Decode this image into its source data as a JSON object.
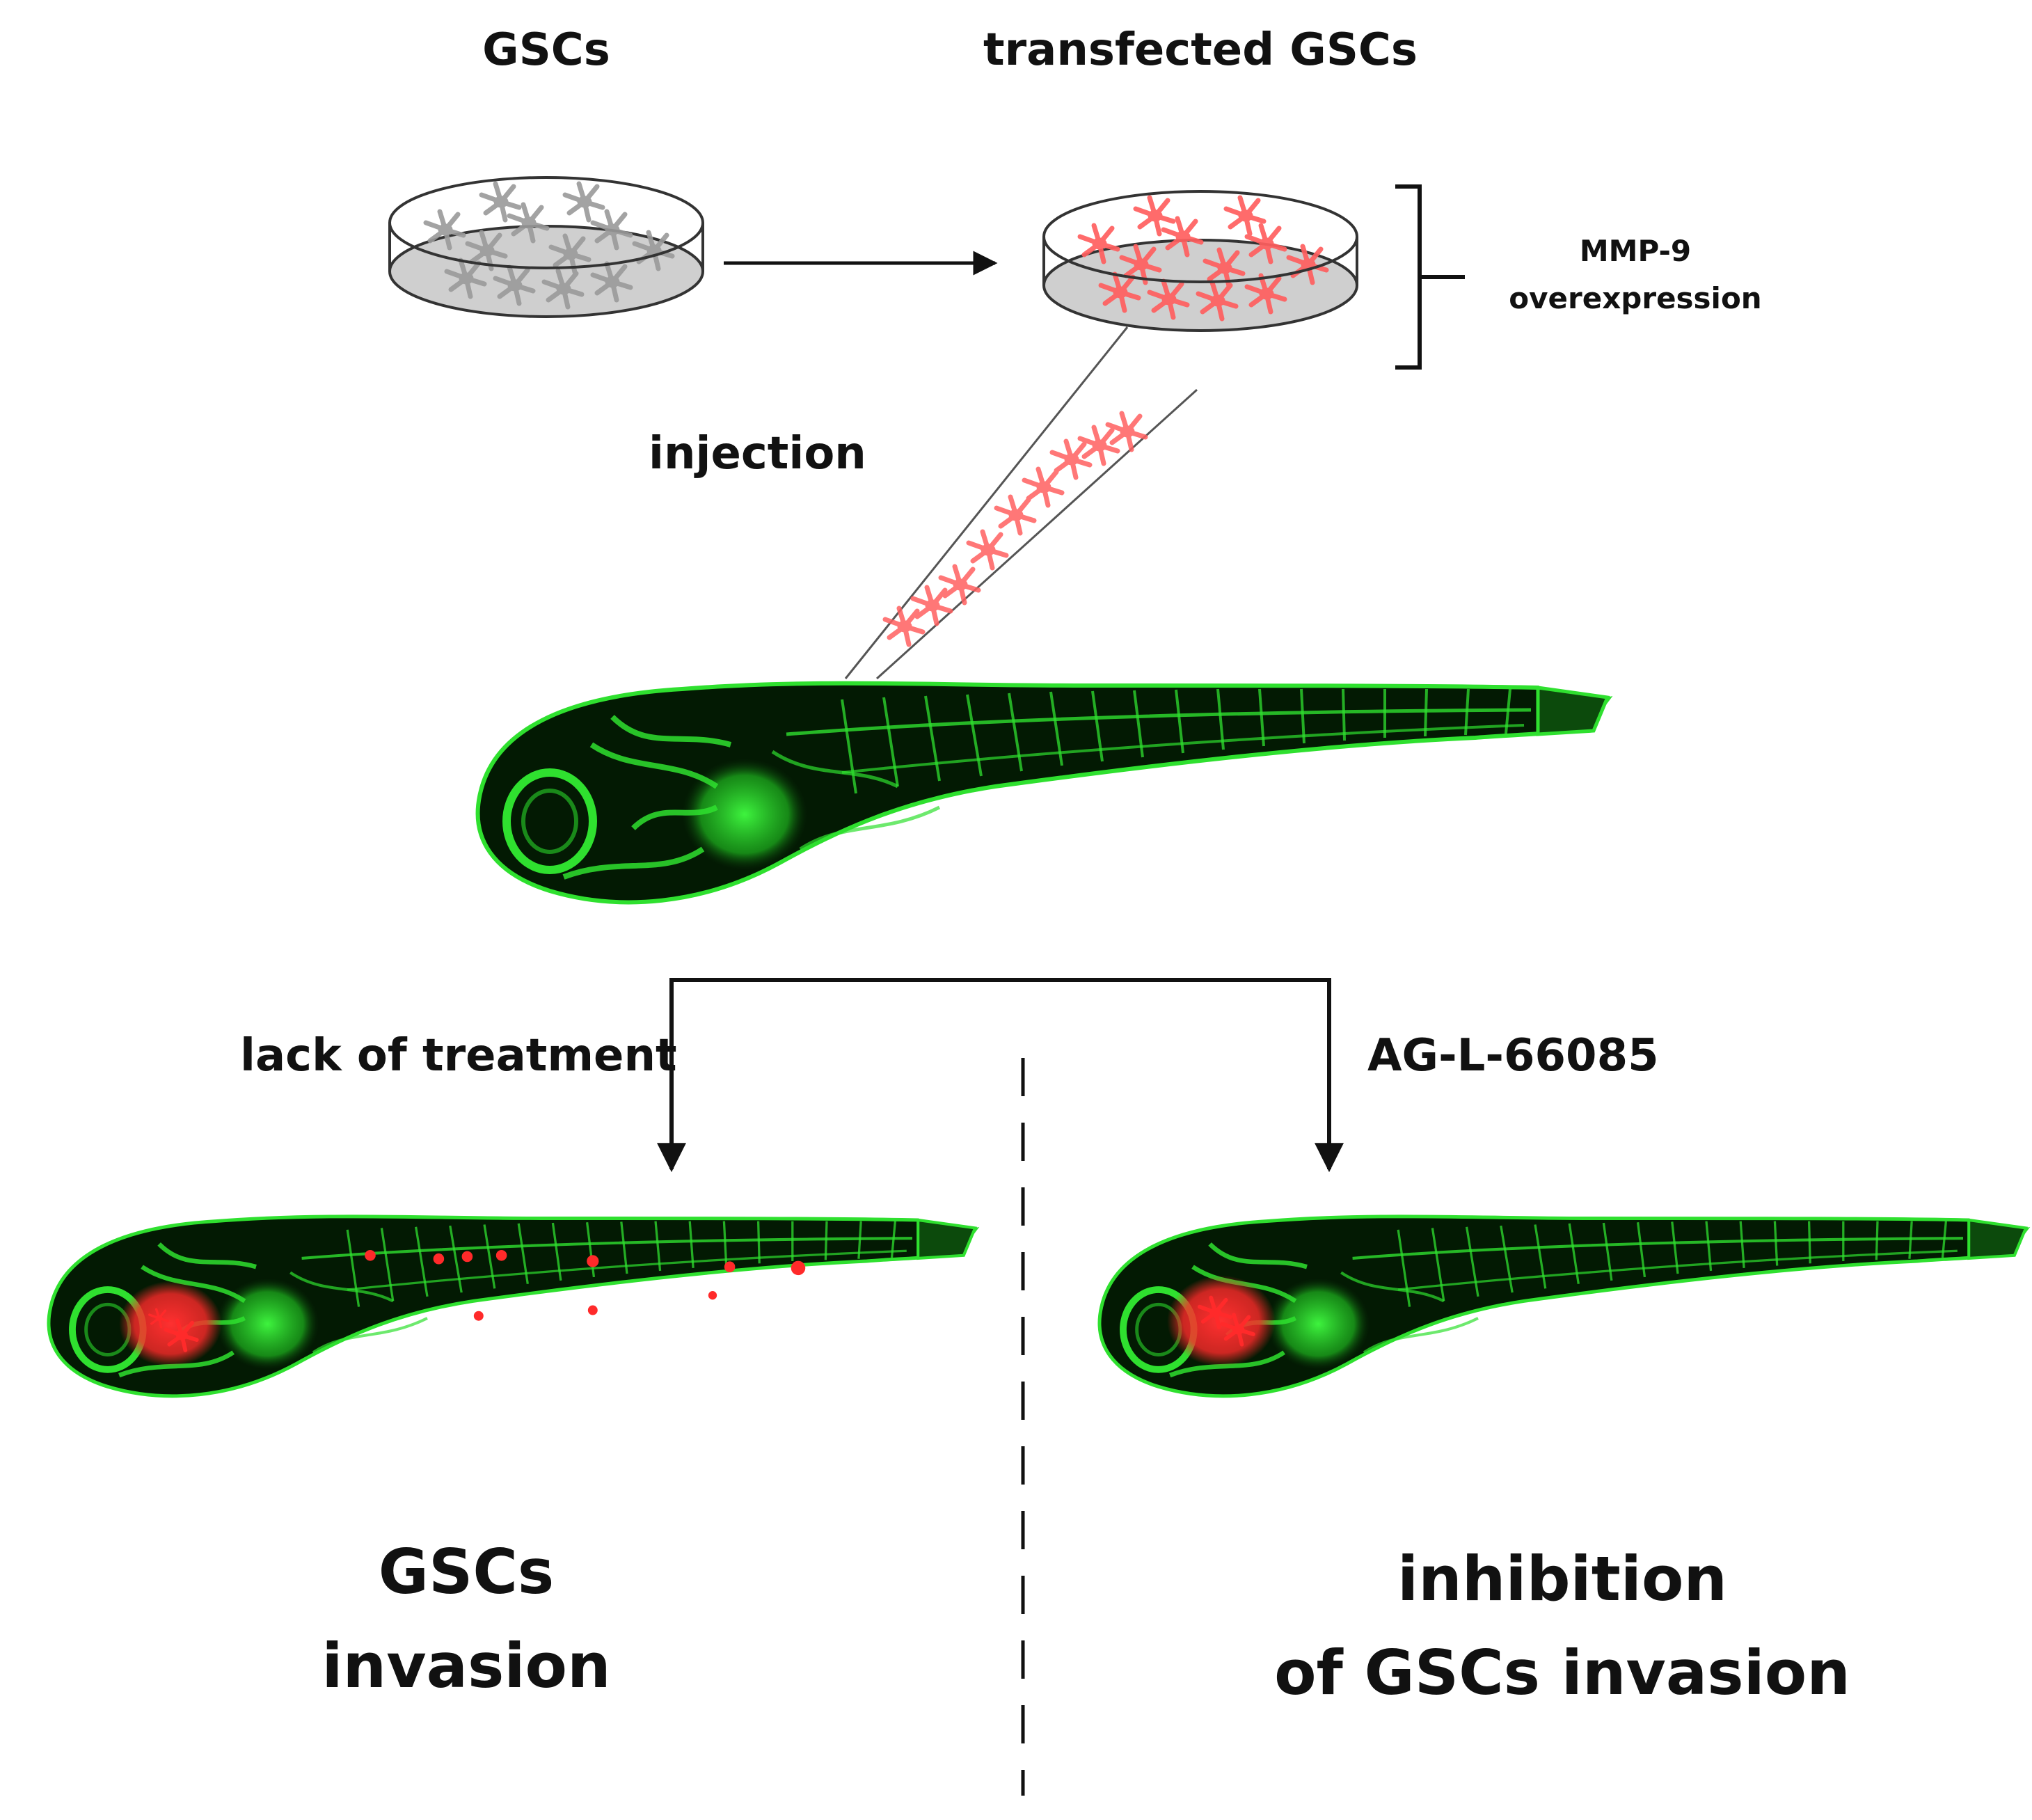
{
  "labels": {
    "gscs": "GSCs",
    "transfected_gscs": "transfected GSCs",
    "mmp9_line1": "MMP-9",
    "mmp9_line2": "overexpression",
    "injection": "injection",
    "lack_of_treatment": "lack of treatment",
    "drug": "AG-L-66085",
    "outcome_left_line1": "GSCs",
    "outcome_left_line2": "invasion",
    "outcome_right_line1": "inhibition",
    "outcome_right_line2": "of GSCs invasion"
  },
  "colors": {
    "background": "#ffffff",
    "text": "#111111",
    "fish_body": "#031a03",
    "fish_vessels": "#2fe02f",
    "tumor_cells": "#ff2a2a",
    "transfected_cells": "#ff5f5f",
    "untreated_cells": "#9a9a9a",
    "dish_fill": "#cfcfcf"
  },
  "icons": {
    "dish": "petri-dish-icon",
    "zebrafish": "zebrafish-larva-icon",
    "cell": "cell-icon"
  }
}
